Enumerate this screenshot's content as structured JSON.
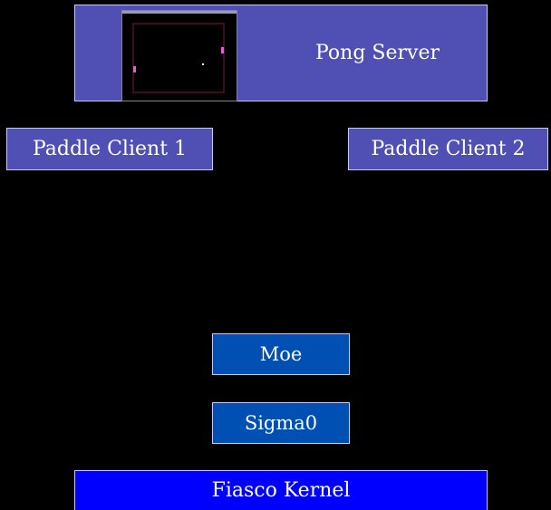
{
  "pong_server": {
    "label": "Pong Server"
  },
  "paddle_client_1": {
    "label": "Paddle Client 1"
  },
  "paddle_client_2": {
    "label": "Paddle Client 2"
  },
  "moe": {
    "label": "Moe"
  },
  "sigma0": {
    "label": "Sigma0"
  },
  "fiasco_kernel": {
    "label": "Fiasco Kernel"
  },
  "colors": {
    "server_and_clients": "#5050b4",
    "moe_and_sigma0": "#0050b4",
    "kernel": "#0000ff",
    "background": "#000000",
    "paddle": "#e060d0",
    "field_border": "#7a1840"
  }
}
